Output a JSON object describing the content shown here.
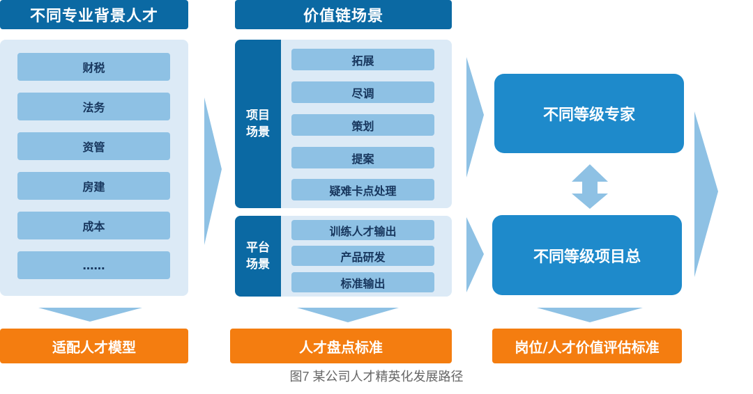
{
  "column1": {
    "header": "不同专业背景人才",
    "items": [
      "财税",
      "法务",
      "资管",
      "房建",
      "成本",
      "……"
    ],
    "footer": "适配人才模型"
  },
  "column2": {
    "header": "价值链场景",
    "project_group": {
      "label": "项目\n场景",
      "items": [
        "拓展",
        "尽调",
        "策划",
        "提案",
        "疑难卡点处理"
      ]
    },
    "platform_group": {
      "label": "平台\n场景",
      "items": [
        "训练人才输出",
        "产品研发",
        "标准输出"
      ]
    },
    "footer": "人才盘点标准"
  },
  "column3": {
    "top_box": "不同等级专家",
    "bottom_box": "不同等级项目总",
    "footer": "岗位/人才价值评估标准"
  },
  "caption": "图7 某公司人才精英化发展路径",
  "colors": {
    "header_blue": "#0b69a3",
    "panel_bg": "#dceaf6",
    "pill_blue": "#8ec1e4",
    "arrow_blue": "#8ec1e4",
    "box_blue": "#1e8acb",
    "orange": "#f47d10"
  }
}
